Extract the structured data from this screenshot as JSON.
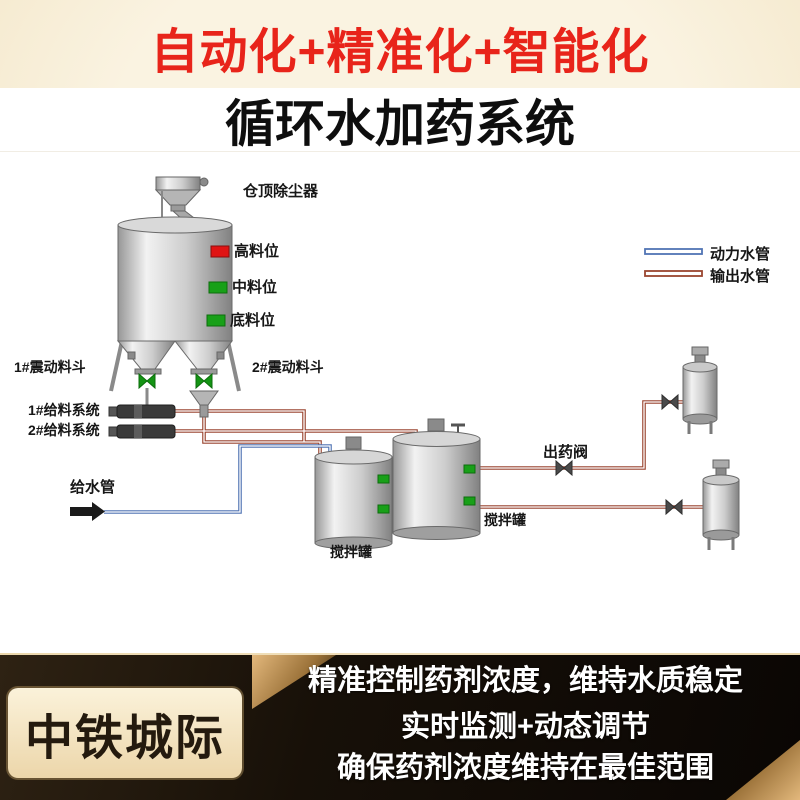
{
  "header": {
    "slogan": "自动化+精准化+智能化",
    "slogan_color": "#e8241a",
    "title": "循环水加药系统"
  },
  "diagram": {
    "labels": {
      "dust_collector": "仓顶除尘器",
      "level_high": "高料位",
      "level_mid": "中料位",
      "level_low": "底料位",
      "vibrating_hopper_1": "1#震动料斗",
      "vibrating_hopper_2": "2#震动料斗",
      "feeding_system_1": "1#给料系统",
      "feeding_system_2": "2#给料系统",
      "water_supply_pipe": "给水管",
      "mixing_tank_1": "搅拌罐",
      "mixing_tank_2": "搅拌罐",
      "dosing_valve": "出药阀"
    },
    "legend": {
      "power_pipe_label": "动力水管",
      "power_pipe_color": "#5174b4",
      "output_pipe_label": "输出水管",
      "output_pipe_color": "#9a4530"
    },
    "indicator_colors": {
      "high": "#e01313",
      "mid": "#18a018",
      "low": "#18a018"
    }
  },
  "footer": {
    "brand": "中铁城际",
    "line1": "精准控制药剂浓度，维持水质稳定",
    "line2": "实时监测+动态调节",
    "line3": "确保药剂浓度维持在最佳范围"
  }
}
